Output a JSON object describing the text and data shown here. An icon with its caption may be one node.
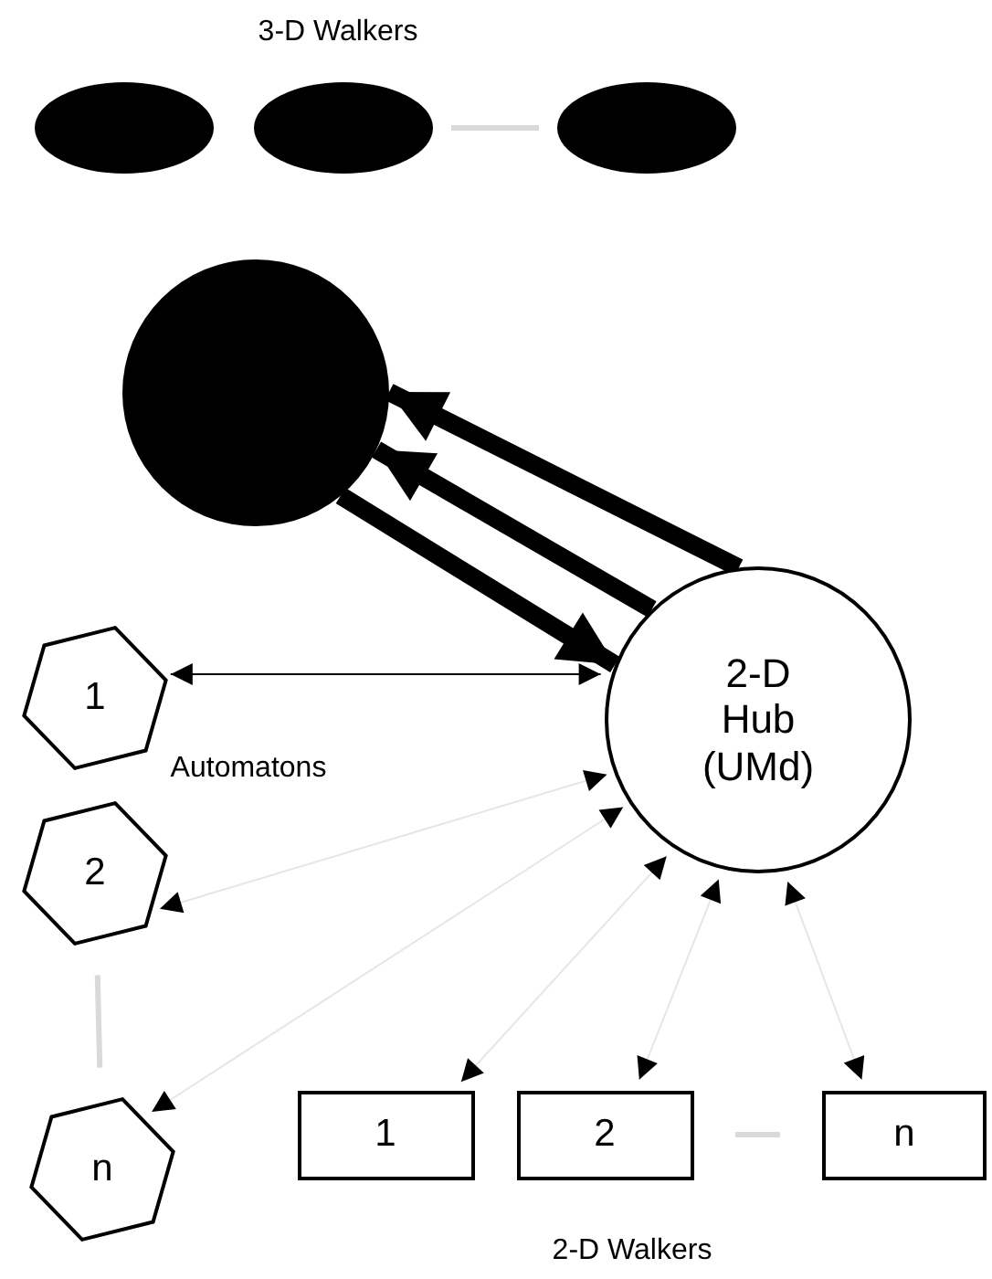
{
  "diagram": {
    "nodes": [
      {
        "text": [],
        "shape": "ellipse"
      },
      {
        "text": [],
        "shape": "ellipse"
      },
      {
        "text": [],
        "shape": "ellipse"
      },
      {
        "text": [],
        "shape": "circle"
      },
      {
        "text": [
          "2-D Hub (UMd)"
        ]
      },
      {
        "text": [
          "1"
        ]
      },
      {
        "text": [
          "2"
        ]
      },
      {
        "text": [
          "n"
        ]
      },
      {
        "text": [
          "1"
        ]
      },
      {
        "text": [
          "2"
        ]
      },
      {
        "text": [
          "n"
        ]
      }
    ],
    "edges": [
      {
        "from": 1,
        "to": 2,
        "arrow": "none",
        "style": "thick",
        "color": "#d9d9d9"
      },
      {
        "from": 4,
        "to": 3,
        "arrow": "to",
        "style": "thick",
        "color": "#000000"
      },
      {
        "from": 4,
        "to": 3,
        "arrow": "to",
        "style": "thick",
        "color": "#000000"
      },
      {
        "from": 3,
        "to": 4,
        "arrow": "to",
        "style": "thick",
        "color": "#000000"
      },
      {
        "from": 5,
        "to": 4,
        "arrow": "both",
        "color": "#000000"
      },
      {
        "from": 6,
        "to": 4,
        "arrow": "both",
        "color": "#e6e6e6"
      },
      {
        "from": 7,
        "to": 4,
        "arrow": "both",
        "color": "#e6e6e6"
      },
      {
        "from": 8,
        "to": 4,
        "arrow": "both",
        "color": "#e6e6e6"
      },
      {
        "from": 9,
        "to": 4,
        "arrow": "both",
        "color": "#e6e6e6"
      },
      {
        "from": 10,
        "to": 4,
        "arrow": "both",
        "color": "#e6e6e6"
      },
      {
        "from": 6,
        "to": 7,
        "arrow": "none",
        "style": "thick",
        "color": "#d9d9d9"
      },
      {
        "from": 9,
        "to": 10,
        "arrow": "none",
        "style": "thick",
        "color": "#d9d9d9"
      }
    ],
    "labels": [
      "3-D Walkers",
      "Automatons",
      "2-D Walkers"
    ]
  }
}
